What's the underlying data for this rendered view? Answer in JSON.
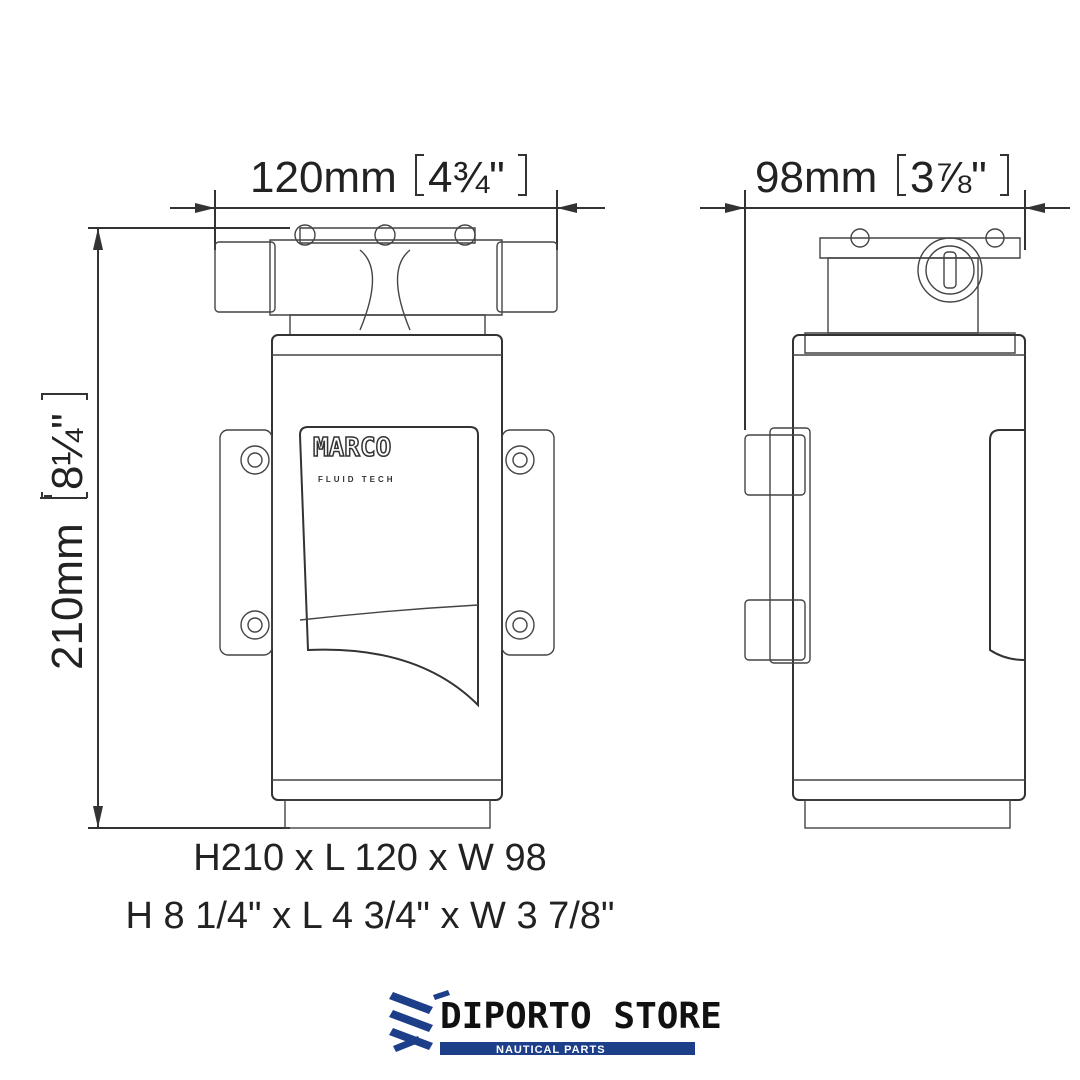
{
  "dimensions": {
    "length": {
      "metric": "120mm",
      "imperial": "4¾\""
    },
    "width": {
      "metric": "98mm",
      "imperial": "3⅞\""
    },
    "height": {
      "metric": "210mm",
      "imperial": "8¼\""
    }
  },
  "caption": {
    "metric_line": "H210 x L 120 x W 98",
    "imperial_line": "H 8 1/4\" x L 4 3/4\" x W 3 7/8\""
  },
  "product_logo": {
    "brand": "MARCO",
    "sub": "FLUID TECH"
  },
  "store_logo": {
    "name": "DIPORTO STORE",
    "tagline": "NAUTICAL PARTS",
    "color": "#1d3f8a"
  }
}
